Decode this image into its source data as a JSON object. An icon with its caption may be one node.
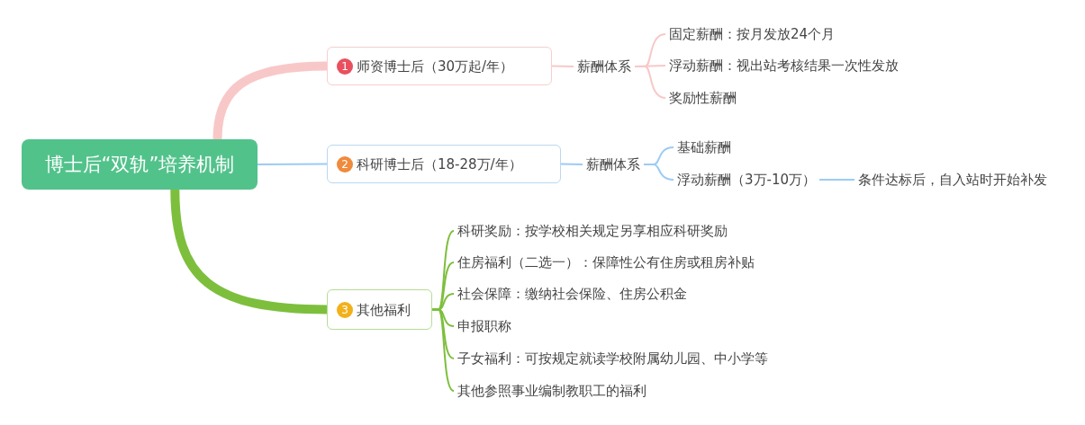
{
  "diagram": {
    "nodes": [
      {
        "text": [
          "博士后“双轨”培养机制"
        ]
      },
      {
        "text": [
          "1",
          "师资博士后（30万起/年）"
        ]
      },
      {
        "text": [
          "薪酬体系"
        ]
      },
      {
        "text": [
          "固定薪酬：按月发放24个月"
        ]
      },
      {
        "text": [
          "浮动薪酬：视出站考核结果一次性发放"
        ]
      },
      {
        "text": [
          "奖励性薪酬"
        ]
      },
      {
        "text": [
          "2",
          "科研博士后（18-28万/年）"
        ]
      },
      {
        "text": [
          "薪酬体系"
        ]
      },
      {
        "text": [
          "基础薪酬"
        ]
      },
      {
        "text": [
          "浮动薪酬（3万-10万）"
        ]
      },
      {
        "text": [
          "条件达标后，自入站时开始补发"
        ]
      },
      {
        "text": [
          "3",
          "其他福利"
        ]
      },
      {
        "text": [
          "科研奖励：按学校相关规定另享相应科研奖励"
        ]
      },
      {
        "text": [
          "住房福利（二选一）：保障性公有住房或租房补贴"
        ]
      },
      {
        "text": [
          "社会保障：缴纳社会保险、住房公积金"
        ]
      },
      {
        "text": [
          "申报职称"
        ]
      },
      {
        "text": [
          "子女福利：可按规定就读学校附属幼儿园、中小学等"
        ]
      },
      {
        "text": [
          "其他参照事业编制教职工的福利"
        ]
      }
    ],
    "edges": [
      {
        "from": 0,
        "to": 1,
        "arrow": "none",
        "style": "thick",
        "color": "#f8c8c8"
      },
      {
        "from": 1,
        "to": 2,
        "arrow": "none",
        "color": "#f8c8c8"
      },
      {
        "from": 2,
        "to": 3,
        "arrow": "none",
        "color": "#f8c8c8"
      },
      {
        "from": 2,
        "to": 4,
        "arrow": "none",
        "color": "#f8c8c8"
      },
      {
        "from": 2,
        "to": 5,
        "arrow": "none",
        "color": "#f8c8c8"
      },
      {
        "from": 0,
        "to": 6,
        "arrow": "none",
        "color": "#9ccbf5"
      },
      {
        "from": 6,
        "to": 7,
        "arrow": "none",
        "color": "#9ccbf5"
      },
      {
        "from": 7,
        "to": 8,
        "arrow": "none",
        "color": "#9ccbf5"
      },
      {
        "from": 7,
        "to": 9,
        "arrow": "none",
        "color": "#9ccbf5"
      },
      {
        "from": 9,
        "to": 10,
        "arrow": "none",
        "color": "#9ccbf5"
      },
      {
        "from": 0,
        "to": 11,
        "arrow": "none",
        "style": "thick",
        "color": "#7dbf3d"
      },
      {
        "from": 11,
        "to": 12,
        "arrow": "none",
        "color": "#7dbf3d"
      },
      {
        "from": 11,
        "to": 13,
        "arrow": "none",
        "color": "#7dbf3d"
      },
      {
        "from": 11,
        "to": 14,
        "arrow": "none",
        "color": "#7dbf3d"
      },
      {
        "from": 11,
        "to": 15,
        "arrow": "none",
        "color": "#7dbf3d"
      },
      {
        "from": 11,
        "to": 16,
        "arrow": "none",
        "color": "#7dbf3d"
      },
      {
        "from": 11,
        "to": 17,
        "arrow": "none",
        "color": "#7dbf3d"
      }
    ]
  }
}
